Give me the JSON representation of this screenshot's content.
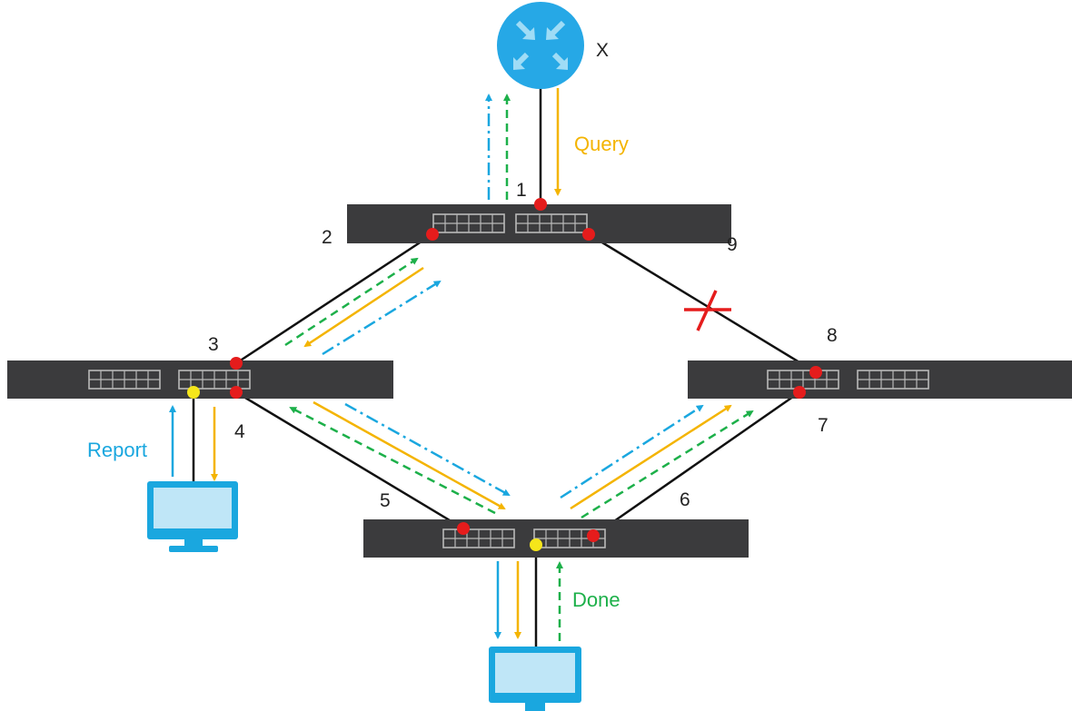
{
  "colors": {
    "switch_body": "#3b3b3d",
    "port_outline": "#b9b9b9",
    "link": "#111111",
    "port_red": "#e51c1c",
    "port_yellow": "#f5e61a",
    "blue": "#1aa7df",
    "green": "#1db04a",
    "orange": "#f4b400",
    "router": "#26a8e6",
    "block_mark": "#e51c1c",
    "monitor": "#1aa7df"
  },
  "router": {
    "label": "X",
    "icon": "router-icon"
  },
  "messages": {
    "query": "Query",
    "report": "Report",
    "done": "Done"
  },
  "ports": {
    "p1": "1",
    "p2": "2",
    "p3": "3",
    "p4": "4",
    "p5": "5",
    "p6": "6",
    "p7": "7",
    "p8": "8",
    "p9": "9"
  },
  "legend": {
    "blue_dash_dot": "Report",
    "orange_solid": "Query",
    "green_dashed": "Done"
  }
}
